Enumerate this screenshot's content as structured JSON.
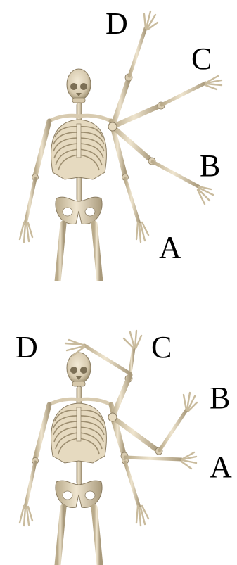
{
  "colors": {
    "bone": "#e8dcc3",
    "bone_shadow": "#b9aa8a",
    "bone_dark": "#8b7d62",
    "ink": "#000000",
    "background": "#ffffff"
  },
  "panels": [
    {
      "id": "top",
      "labels": [
        "D",
        "C",
        "B",
        "A"
      ]
    },
    {
      "id": "bottom",
      "labels": [
        "D",
        "C",
        "B",
        "A"
      ]
    }
  ]
}
